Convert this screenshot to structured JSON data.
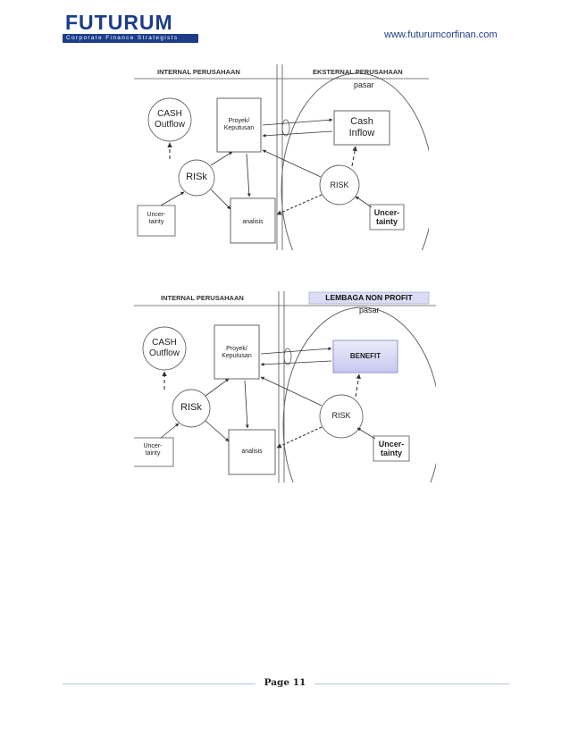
{
  "header": {
    "logo_title": "FUTURUM",
    "logo_subtitle": "Corporate Finance Strategists",
    "url": "www.futurumcorfinan.com"
  },
  "diagram1": {
    "internal_label": "INTERNAL PERUSAHAAN",
    "external_label": "EKSTERNAL PERUSAHAAN",
    "market_label": "pasar",
    "cash_outflow": [
      "CASH",
      "Outflow"
    ],
    "project": [
      "Proyek/",
      "Keputusan"
    ],
    "cash_inflow": [
      "Cash",
      "Inflow"
    ],
    "risk_internal": "RISk",
    "risk_external": "RISK",
    "uncertainty_left": [
      "Uncer-",
      "tainty"
    ],
    "analysis": "analisis",
    "uncertainty_right": [
      "Uncer-",
      "tainty"
    ]
  },
  "diagram2": {
    "internal_label": "INTERNAL PERUSAHAAN",
    "external_label": "LEMBAGA NON PROFIT",
    "market_label": "pasar",
    "cash_outflow": [
      "CASH",
      "Outflow"
    ],
    "project": [
      "Proyek/",
      "Keputusan"
    ],
    "benefit": "BENEFIT",
    "risk_internal": "RISk",
    "risk_external": "RISK",
    "uncertainty_left": [
      "Uncer-",
      "tainty"
    ],
    "analysis": "analisis",
    "uncertainty_right": [
      "Uncer-",
      "tainty"
    ]
  },
  "footer": {
    "page": "Page 11"
  },
  "colors": {
    "brand": "#1d3c8a",
    "benefit_fill": "#dcdcf4",
    "benefit_border": "#8888cc",
    "nonprofit_fill": "#dcdcf4"
  }
}
